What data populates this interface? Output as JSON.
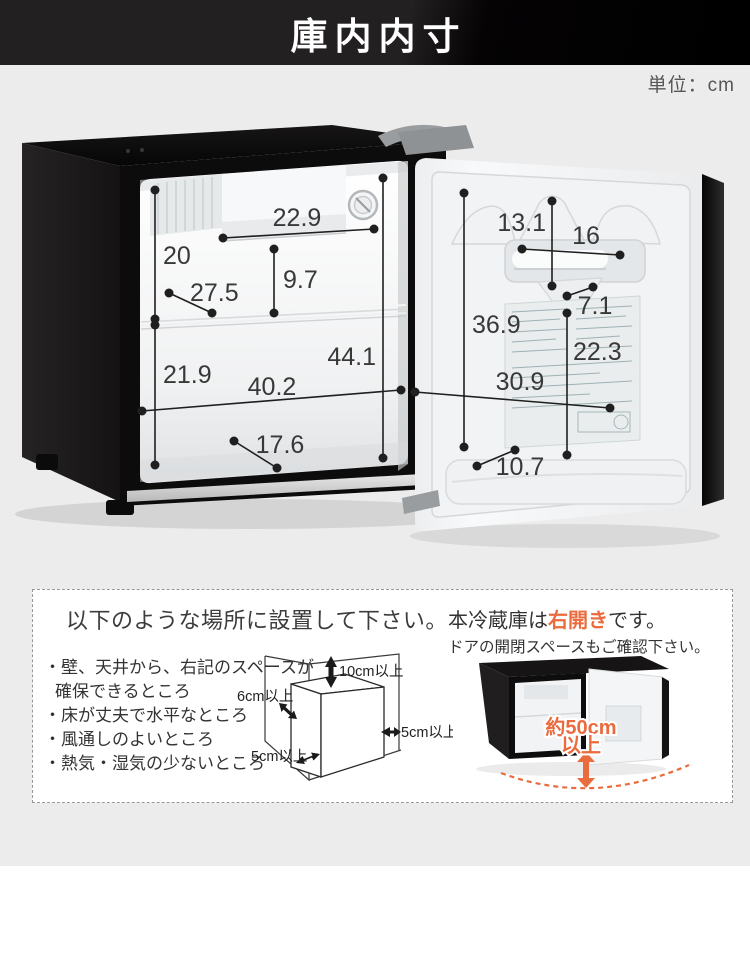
{
  "banner": {
    "title": "庫内内寸"
  },
  "unit_note": "単位：cm",
  "dims": {
    "interior": {
      "freezer_width": "22.9",
      "upper_height": "20",
      "freezer_clearance": "9.7",
      "shelf_depth": "27.5",
      "full_height": "44.1",
      "lower_height": "21.9",
      "full_width": "40.2",
      "floor_depth": "17.6"
    },
    "door": {
      "recess_height": "13.1",
      "recess_width": "16",
      "recess_depth": "7.1",
      "inner_height": "36.9",
      "sticker_height": "22.3",
      "inner_width": "30.9",
      "bottom_depth": "10.7"
    }
  },
  "installation": {
    "title": "以下のような場所に設置して下さい。",
    "notes": [
      "・壁、天井から、右記のスペースが",
      "確保できるところ",
      "・床が丈夫で水平なところ",
      "・風通しのよいところ",
      "・熱気・湿気の少ないところ"
    ],
    "clearances": {
      "top": "10cm以上",
      "left": "6cm以上",
      "bottom": "5cm以上",
      "right": "5cm以上"
    }
  },
  "door_opening": {
    "line1_prefix": "本冷蔵庫は",
    "line1_highlight": "右開き",
    "line1_suffix": "です。",
    "line2": "ドアの開閉スペースもご確認下さい。",
    "swing_label_line1": "約50cm",
    "swing_label_line2": "以上"
  },
  "colors": {
    "accent_orange": "#ea6c3e",
    "banner_bg": "#232021",
    "page_gray": "#ececec"
  }
}
